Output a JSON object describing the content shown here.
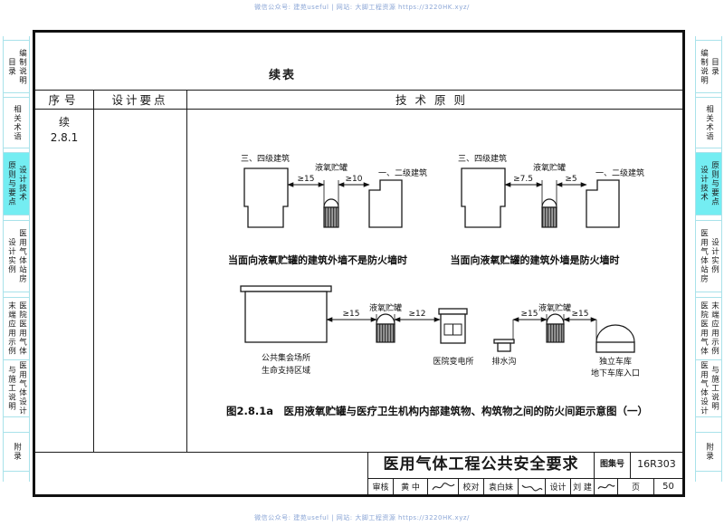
{
  "watermarks": {
    "top": "微信公众号: 建苑useful | 网站: 大脚工程资源 https://3220HK.xyz/",
    "bottom": "微信公众号: 建苑useful | 网站: 大脚工程资源 https://3220HK.xyz/"
  },
  "colors": {
    "accent_tab": "#74edf2",
    "sidebar_line": "#a9e2ea",
    "watermark": "#8ba6d6"
  },
  "sidebar_tabs": [
    {
      "primary": "编制说明",
      "secondary": "目录",
      "active": false
    },
    {
      "primary": "相关术语",
      "secondary": "",
      "active": false
    },
    {
      "primary": "设计技术",
      "secondary": "原则与要点",
      "active": true
    },
    {
      "primary": "医用气体站房",
      "secondary": "设计实例",
      "active": false
    },
    {
      "primary": "医院医用气体",
      "secondary": "末端应用示例",
      "active": false
    },
    {
      "primary": "医用气体设计",
      "secondary": "与施工说明",
      "active": false
    },
    {
      "primary": "附录",
      "secondary": "",
      "active": false
    }
  ],
  "table": {
    "continued": "续表",
    "col_seq": "序号",
    "col_points": "设计要点",
    "col_principle": "技术原则",
    "row_seq1": "续",
    "row_seq2": "2.8.1"
  },
  "diagram": {
    "fig1": {
      "bldg34": "三、四级建筑",
      "tank": "液氧贮罐",
      "bldg12": "一、二级建筑",
      "dim_left": "≥15",
      "dim_right": "≥10",
      "caption": "当面向液氧贮罐的建筑外墙不是防火墙时"
    },
    "fig2": {
      "bldg34": "三、四级建筑",
      "tank": "液氧贮罐",
      "bldg12": "一、二级建筑",
      "dim_left": "≥7.5",
      "dim_right": "≥5",
      "caption": "当面向液氧贮罐的建筑外墙是防火墙时"
    },
    "fig3": {
      "assembly1": "公共集会场所",
      "assembly2": "生命支持区域",
      "dim1": "≥15",
      "tank1": "液氧贮罐",
      "dim2": "≥12",
      "substation": "医院变电所",
      "ditch": "排水沟",
      "dim3": "≥15",
      "tank2": "液氧贮罐",
      "dim4": "≥15",
      "garage1": "独立车库",
      "garage2": "地下车库入口"
    },
    "figure_caption": "图2.8.1a　医用液氧贮罐与医疗卫生机构内部建筑物、构筑物之间的防火间距示意图（一）"
  },
  "titleblock": {
    "title": "医用气体工程公共安全要求",
    "atlas_label": "图集号",
    "atlas_no": "16R303",
    "audit_label": "审核",
    "audit_name": "黄 中",
    "check_label": "校对",
    "check_name": "袁白妹",
    "design_label": "设计",
    "design_name": "刘 建",
    "page_label": "页",
    "page_no": "50"
  }
}
